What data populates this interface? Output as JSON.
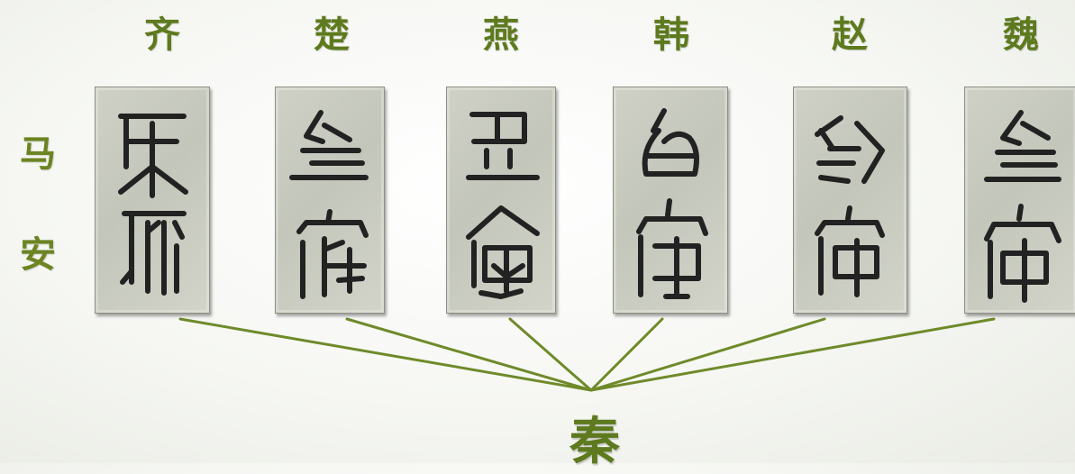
{
  "states": [
    "齐",
    "楚",
    "燕",
    "韩",
    "赵",
    "魏"
  ],
  "row_labels": [
    "马",
    "安"
  ],
  "unified": "秦",
  "colors": {
    "label": "#5d7a1e",
    "line": "#6f8a2a",
    "ink": "#222222"
  }
}
